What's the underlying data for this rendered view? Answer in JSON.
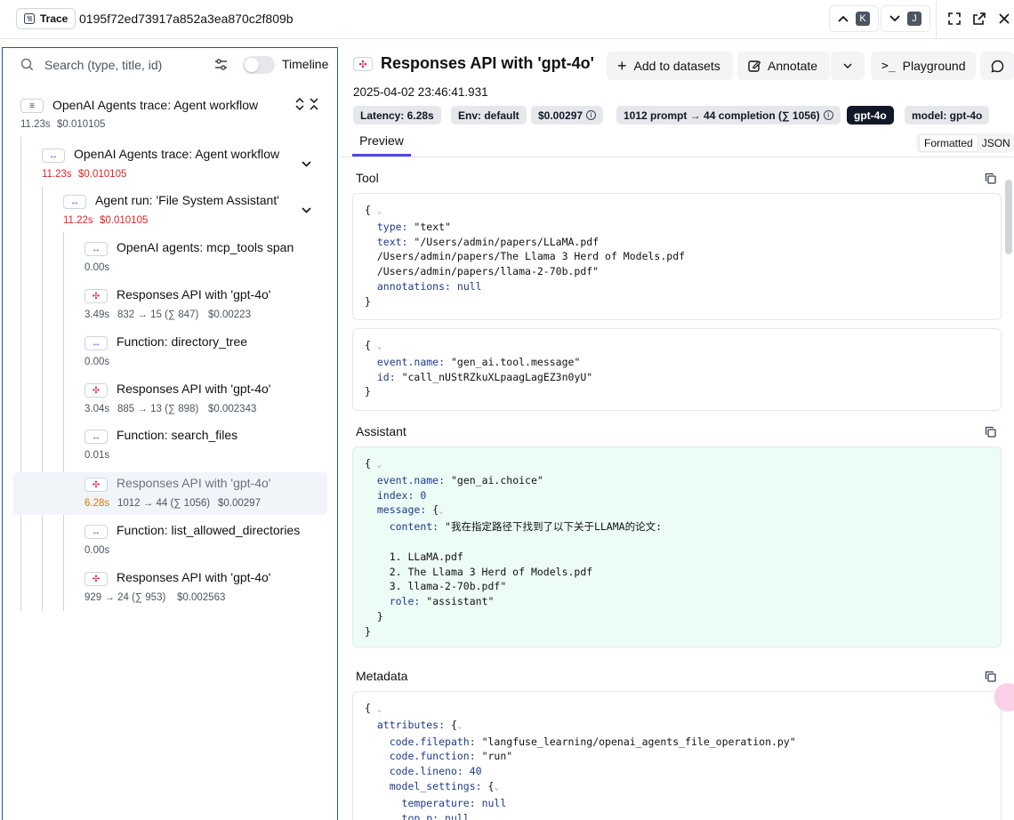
{
  "topbar": {
    "trace_label": "Trace",
    "trace_id": "0195f72ed73917a852a3ea870c2f809b",
    "prev_key": "K",
    "next_key": "J"
  },
  "left": {
    "search_placeholder": "Search (type, title, id)",
    "timeline_label": "Timeline",
    "nodes": [
      {
        "title": "OpenAI Agents trace: Agent workflow",
        "meta1": "11.23s",
        "meta2": "$0.010105",
        "icon": "trace-icon"
      },
      {
        "title": "OpenAI Agents trace: Agent workflow",
        "meta1": "11.23s",
        "meta2": "$0.010105",
        "icon": "span-icon"
      },
      {
        "title": "Agent run: 'File System Assistant'",
        "meta1": "11.22s",
        "meta2": "$0.010105",
        "icon": "span-icon"
      },
      {
        "title": "OpenAI agents: mcp_tools span",
        "meta1": "0.00s",
        "meta2": "",
        "icon": "span-icon"
      },
      {
        "title": "Responses API with 'gpt-4o'",
        "meta1": "3.49s",
        "meta2": "832 → 15 (∑ 847)",
        "meta3": "$0.00223",
        "icon": "generation-icon"
      },
      {
        "title": "Function: directory_tree",
        "meta1": "0.00s",
        "meta2": "",
        "icon": "span-icon"
      },
      {
        "title": "Responses API with 'gpt-4o'",
        "meta1": "3.04s",
        "meta2": "885 → 13 (∑ 898)",
        "meta3": "$0.002343",
        "icon": "generation-icon"
      },
      {
        "title": "Function: search_files",
        "meta1": "0.01s",
        "meta2": "",
        "icon": "span-icon"
      },
      {
        "title": "Responses API with 'gpt-4o'",
        "meta1": "6.28s",
        "meta2": "1012 → 44 (∑ 1056)",
        "meta3": "$0.00297",
        "icon": "generation-icon",
        "selected": "true"
      },
      {
        "title": "Function: list_allowed_directories",
        "meta1": "0.00s",
        "meta2": "",
        "icon": "span-icon"
      },
      {
        "title": "Responses API with 'gpt-4o'",
        "meta1": "929 → 24 (∑ 953)",
        "meta2": "$0.002563",
        "icon": "generation-icon"
      }
    ]
  },
  "right": {
    "title": "Responses API with 'gpt-4o'",
    "buttons": {
      "datasets": "Add to datasets",
      "annotate": "Annotate",
      "playground": "Playground"
    },
    "timestamp": "2025-04-02 23:46:41.931",
    "badges": {
      "latency": "Latency: 6.28s",
      "env": "Env: default",
      "cost": "$0.00297",
      "tokens": "1012 prompt → 44 completion (∑ 1056)",
      "model_dark": "gpt-4o",
      "model": "model: gpt-4o"
    },
    "tabs": {
      "preview": "Preview",
      "formatted": "Formatted",
      "json": "JSON"
    },
    "sections": {
      "tool": "Tool",
      "assistant": "Assistant",
      "metadata": "Metadata"
    },
    "tool_block": {
      "type_key": "type:",
      "type_val": "\"text\"",
      "text_key": "text:",
      "text_val1": "\"/Users/admin/papers/LLaMA.pdf",
      "text_val2": "/Users/admin/papers/The Llama 3 Herd of Models.pdf",
      "text_val3": "/Users/admin/papers/llama-2-70b.pdf\"",
      "ann_key": "annotations:",
      "ann_val": "null"
    },
    "event_block": {
      "name_key": "event.name:",
      "name_val": "\"gen_ai.tool.message\"",
      "id_key": "id:",
      "id_val": "\"call_nUStRZkuXLpaagLagEZ3n0yU\""
    },
    "assistant_block": {
      "name_key": "event.name:",
      "name_val": "\"gen_ai.choice\"",
      "index_key": "index:",
      "index_val": "0",
      "message_key": "message:",
      "content_key": "content:",
      "content_val": "\"我在指定路径下找到了以下关于LLAMA的论文:",
      "item1": "1. LLaMA.pdf",
      "item2": "2. The Llama 3 Herd of Models.pdf",
      "item3": "3. llama-2-70b.pdf\"",
      "role_key": "role:",
      "role_val": "\"assistant\""
    },
    "metadata_block": {
      "attributes_key": "attributes:",
      "filepath_key": "code.filepath:",
      "filepath_val": "\"langfuse_learning/openai_agents_file_operation.py\"",
      "function_key": "code.function:",
      "function_val": "\"run\"",
      "lineno_key": "code.lineno:",
      "lineno_val": "40",
      "settings_key": "model_settings:",
      "temp_key": "temperature:",
      "temp_val": "null",
      "topp_key": "top_p:",
      "topp_val": "null"
    }
  }
}
